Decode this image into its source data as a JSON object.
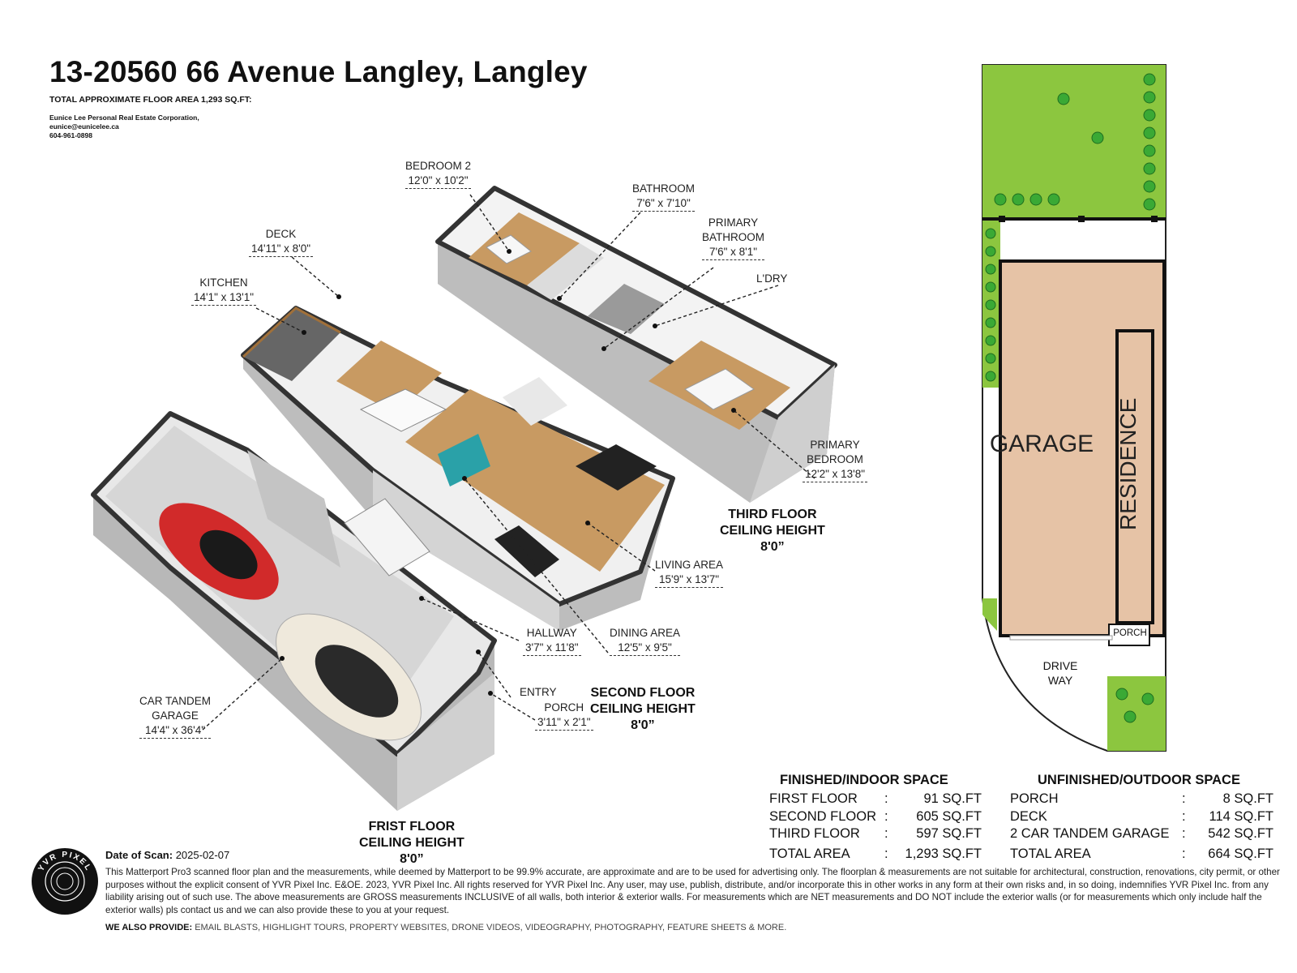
{
  "title": "13-20560 66 Avenue Langley, Langley",
  "subtitle": "TOTAL APPROXIMATE FLOOR AREA 1,293 SQ.FT:",
  "contact": {
    "company": "Eunice Lee Personal Real Estate Corporation,",
    "email": "eunice@eunicelee.ca",
    "phone": "604-961-0898"
  },
  "rooms": {
    "bedroom2": {
      "name": "BEDROOM 2",
      "dim": "12'0\" x 10'2\""
    },
    "bathroom": {
      "name": "BATHROOM",
      "dim": "7'6\" x 7'10\""
    },
    "primary_bath": {
      "name1": "PRIMARY",
      "name2": "BATHROOM",
      "dim": "7'6\" x 8'1\""
    },
    "laundry": {
      "name": "L'DRY"
    },
    "deck": {
      "name": "DECK",
      "dim": "14'11\" x 8'0\""
    },
    "kitchen": {
      "name": "KITCHEN",
      "dim": "14'1\" x 13'1\""
    },
    "primary_bed": {
      "name1": "PRIMARY",
      "name2": "BEDROOM",
      "dim": "12'2\" x 13'8\""
    },
    "living": {
      "name": "LIVING AREA",
      "dim": "15'9\" x 13'7\""
    },
    "dining": {
      "name": "DINING AREA",
      "dim": "12'5\" x 9'5\""
    },
    "hallway": {
      "name": "HALLWAY",
      "dim": "3'7\" x 11'8\""
    },
    "entry": {
      "name": "ENTRY"
    },
    "porch": {
      "name": "PORCH",
      "dim": "3'11\" x  2'1\""
    },
    "garage": {
      "name1": "CAR TANDEM",
      "name2": "GARAGE",
      "dim": "14'4\" x 36'4\""
    }
  },
  "floors": {
    "third": {
      "l1": "THIRD FLOOR",
      "l2": "CEILING HEIGHT",
      "l3": "8'0”"
    },
    "second": {
      "l1": "SECOND FLOOR",
      "l2": "CEILING HEIGHT",
      "l3": "8'0”"
    },
    "first": {
      "l1": "FRIST FLOOR",
      "l2": "CEILING HEIGHT",
      "l3": "8'0”"
    }
  },
  "site_plan": {
    "garage": "GARAGE",
    "residence": "RESIDENCE",
    "porch": "PORCH",
    "drive1": "DRIVE",
    "drive2": "WAY",
    "colors": {
      "lawn": "#8cc63f",
      "building": "#e6c3a6",
      "tree": "#3aa935"
    }
  },
  "finished": {
    "header": "FINISHED/INDOOR SPACE",
    "rows": [
      {
        "label": "FIRST FLOOR",
        "sep": ":",
        "value": "91 SQ.FT"
      },
      {
        "label": "SECOND FLOOR",
        "sep": ":",
        "value": "605 SQ.FT"
      },
      {
        "label": "THIRD FLOOR",
        "sep": ":",
        "value": "597 SQ.FT"
      },
      {
        "label": "TOTAL AREA",
        "sep": ":",
        "value": "1,293 SQ.FT"
      }
    ]
  },
  "unfinished": {
    "header": "UNFINISHED/OUTDOOR SPACE",
    "rows": [
      {
        "label": "PORCH",
        "sep": ":",
        "value": "8 SQ.FT"
      },
      {
        "label": "DECK",
        "sep": ":",
        "value": "114 SQ.FT"
      },
      {
        "label": "2 CAR TANDEM GARAGE",
        "sep": ":",
        "value": "542 SQ.FT"
      },
      {
        "label": "TOTAL AREA",
        "sep": ":",
        "value": "664 SQ.FT"
      }
    ]
  },
  "logo_text": "YVR PIXEL",
  "scan_label": "Date of Scan:",
  "scan_date": "2025-02-07",
  "disclaimer": "This Matterport Pro3 scanned floor plan and the measurements, while deemed by Matterport to be 99.9% accurate, are approximate and are to be used for advertising only. The floorplan & measurements are not suitable for architectural, construction, renovations, city permit, or other purposes without the explicit consent of YVR Pixel Inc. E&OE. 2023, YVR Pixel Inc. All rights reserved for YVR Pixel Inc. Any user, may use, publish, distribute, and/or incorporate this in other works in any form at their own risks and, in so doing, indemnifies YVR Pixel Inc. from any liability arising out of such use. The above measurements are GROSS measurements INCLUSIVE of all walls, both interior & exterior walls. For measurements which are NET measurements and DO NOT include the exterior walls (or for measurements which only include half the exterior walls) pls contact us and we can also provide these to you at your request.",
  "provide_label": "WE ALSO PROVIDE:",
  "provide_items": "EMAIL BLASTS, HIGHLIGHT TOURS, PROPERTY WEBSITES, DRONE VIDEOS, VIDEOGRAPHY, PHOTOGRAPHY, FEATURE SHEETS & MORE."
}
